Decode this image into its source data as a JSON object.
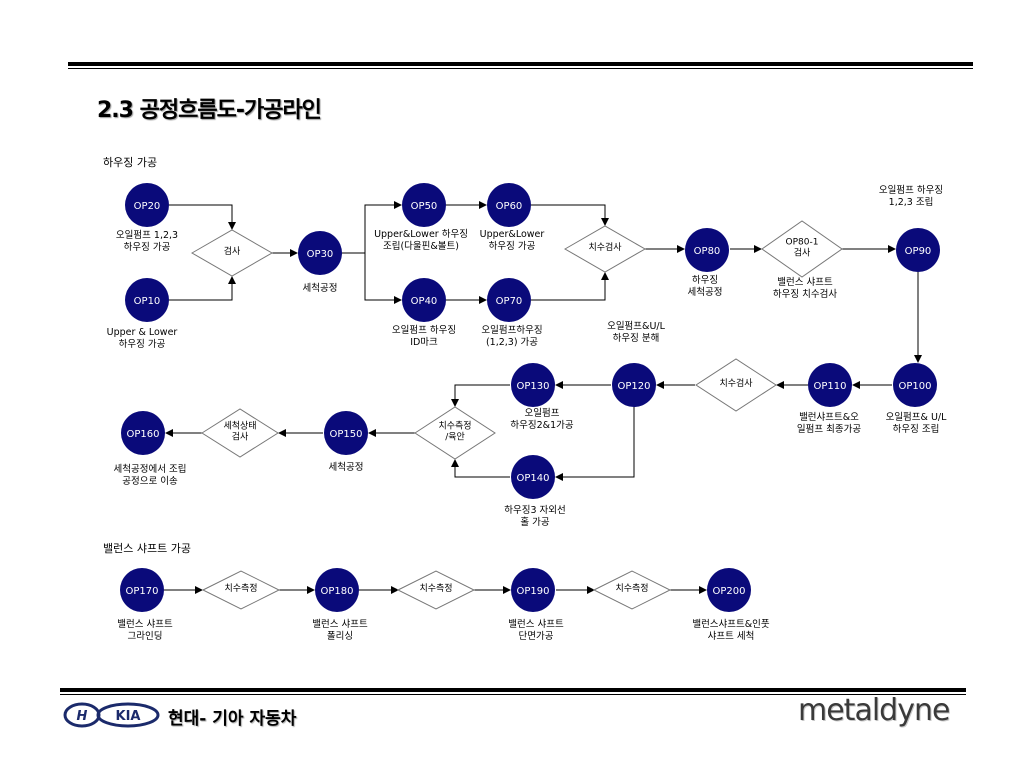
{
  "title": "2.3 공정흐름도-가공라인",
  "sections": {
    "housing": "하우징 가공",
    "balance": "밸런스 샤프트 가공"
  },
  "footer": {
    "company": "현대- 기아 자동차",
    "brand_logo": "metaldyne",
    "logo_text": "KIA"
  },
  "colors": {
    "node_fill": "#0a0a7a",
    "node_text": "#ffffff",
    "line": "#000000"
  },
  "nodes": {
    "op10": {
      "label": "OP10",
      "caption": [
        "Upper & Lower",
        "하우징 가공"
      ]
    },
    "op20": {
      "label": "OP20",
      "caption": [
        "오일펌프 1,2,3",
        "하우징 가공"
      ]
    },
    "op30": {
      "label": "OP30",
      "caption": [
        "세척공정"
      ]
    },
    "op40": {
      "label": "OP40",
      "caption": [
        "오일펌프 하우징",
        "ID마크"
      ]
    },
    "op50": {
      "label": "OP50",
      "caption": [
        "Upper&Lower 하우징",
        "조립(다울핀&볼트)"
      ]
    },
    "op60": {
      "label": "OP60",
      "caption": [
        "Upper&Lower",
        "하우징 가공"
      ]
    },
    "op70": {
      "label": "OP70",
      "caption": [
        "오일펌프하우징",
        "(1,2,3) 가공"
      ]
    },
    "op80": {
      "label": "OP80",
      "caption": [
        "하우징",
        "세척공정"
      ]
    },
    "op90": {
      "label": "OP90",
      "caption": [
        "오일펌프 하우징",
        "1,2,3 조립"
      ]
    },
    "op100": {
      "label": "OP100",
      "caption": [
        "오일펌프& U/L",
        "하우징 조립"
      ]
    },
    "op110": {
      "label": "OP110",
      "caption": [
        "밸런샤프트&오",
        "일펌프 최종가공"
      ]
    },
    "op120": {
      "label": "OP120",
      "caption": [
        "오일펌프&U/L",
        "하우징 분해"
      ]
    },
    "op130": {
      "label": "OP130",
      "caption": [
        "오일펌프",
        "하우징2&1가공"
      ]
    },
    "op140": {
      "label": "OP140",
      "caption": [
        "하우징3  자외선",
        "홀 가공"
      ]
    },
    "op150": {
      "label": "OP150",
      "caption": [
        "세척공정"
      ]
    },
    "op160": {
      "label": "OP160",
      "caption": [
        "세척공정에서 조립",
        "공정으로 이송"
      ]
    },
    "op170": {
      "label": "OP170",
      "caption": [
        "밸런스 샤프트",
        "그라인딩"
      ]
    },
    "op180": {
      "label": "OP180",
      "caption": [
        "밸런스 샤프트",
        "폴리싱"
      ]
    },
    "op190": {
      "label": "OP190",
      "caption": [
        "밸런스 샤프트",
        "단면가공"
      ]
    },
    "op200": {
      "label": "OP200",
      "caption": [
        "밸런스샤프트&인풋",
        "샤프트 세척"
      ]
    }
  },
  "decisions": {
    "d_inspect": {
      "lines": [
        "검사"
      ]
    },
    "d_dim1": {
      "lines": [
        "치수검사"
      ]
    },
    "d_op801": {
      "lines": [
        "OP80-1",
        "검사"
      ],
      "caption": [
        "밸런스 샤프트",
        "하우징 치수검사"
      ]
    },
    "d_dim2": {
      "lines": [
        "치수검사"
      ]
    },
    "d_measure1": {
      "lines": [
        "치수측정",
        "/육안"
      ]
    },
    "d_wash": {
      "lines": [
        "세척상태",
        "검사"
      ]
    },
    "d_measure2": {
      "lines": [
        "치수측정"
      ]
    },
    "d_measure3": {
      "lines": [
        "치수측정"
      ]
    },
    "d_measure4": {
      "lines": [
        "치수측정"
      ]
    }
  }
}
